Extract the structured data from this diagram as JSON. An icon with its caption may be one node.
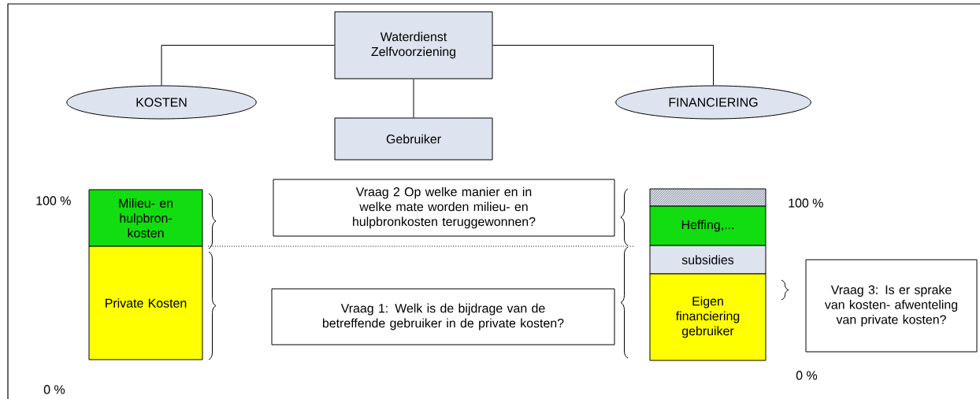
{
  "diagram": {
    "nodes": [
      {
        "text": [
          "Waterdienst Zelfvoorziening"
        ]
      },
      {
        "text": [
          "KOSTEN"
        ]
      },
      {
        "text": [
          "FINANCIERING"
        ]
      },
      {
        "text": [
          "Gebruiker"
        ]
      },
      {
        "text": [
          "Milieu- en hulpbron- kosten"
        ]
      },
      {
        "text": [
          "Private Kosten"
        ]
      },
      {
        "text": [
          "Vraag 2 Op welke manier en in welke mate worden milieu- en hulpbronkosten teruggewonnen?"
        ]
      },
      {
        "text": [
          "Vraag 1: Welk is de bijdrage van de betreffende gebruiker in de private kosten?"
        ]
      },
      {
        "text": [],
        "shape": "box"
      },
      {
        "text": [
          "Heffing,..."
        ]
      },
      {
        "text": [
          "subsidies"
        ]
      },
      {
        "text": [
          "Eigen financiering gebruiker"
        ]
      },
      {
        "text": [
          "Vraag 3: Is er sprake van kosten- afwenteling van private kosten?"
        ]
      }
    ],
    "edges": [
      {
        "from": 0,
        "to": 1,
        "arrow": "none"
      },
      {
        "from": 0,
        "to": 2,
        "arrow": "none"
      },
      {
        "from": 0,
        "to": 3,
        "arrow": "none"
      }
    ],
    "labels": [
      "100 %",
      "0 %",
      "100 %",
      "0 %"
    ]
  }
}
